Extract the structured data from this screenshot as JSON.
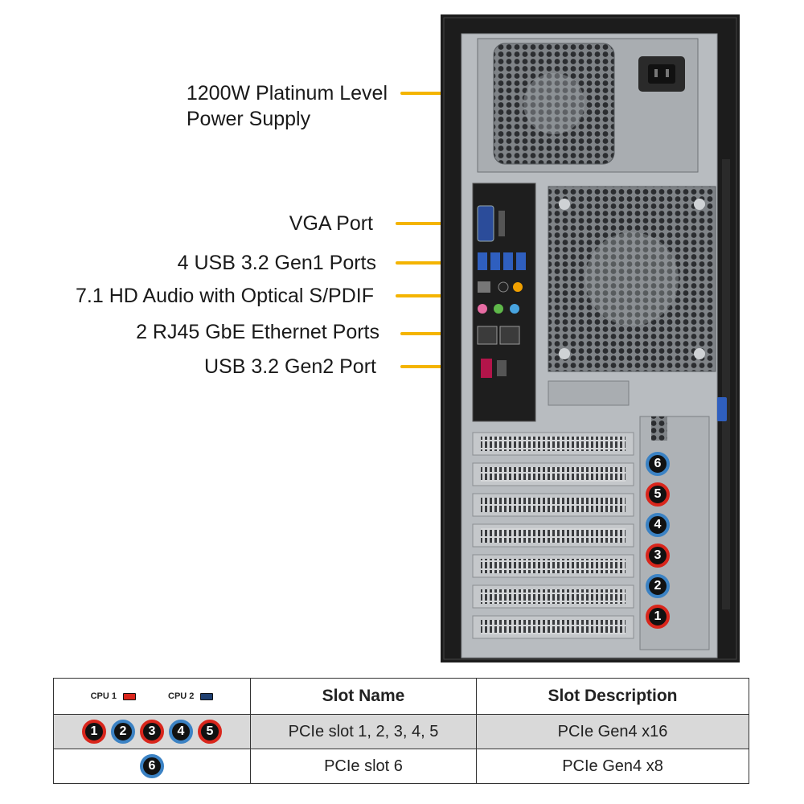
{
  "callouts": [
    {
      "lines": [
        "1200W Platinum Level",
        "Power Supply"
      ]
    },
    {
      "lines": [
        "VGA Port"
      ]
    },
    {
      "lines": [
        "4 USB 3.2 Gen1 Ports"
      ]
    },
    {
      "lines": [
        "7.1 HD Audio with Optical S/PDIF"
      ]
    },
    {
      "lines": [
        "2 RJ45 GbE Ethernet Ports"
      ]
    },
    {
      "lines": [
        "USB 3.2 Gen2 Port"
      ]
    }
  ],
  "slot_badges": [
    {
      "number": "6",
      "cpu": "CPU 2"
    },
    {
      "number": "5",
      "cpu": "CPU 1"
    },
    {
      "number": "4",
      "cpu": "CPU 2"
    },
    {
      "number": "3",
      "cpu": "CPU 1"
    },
    {
      "number": "2",
      "cpu": "CPU 2"
    },
    {
      "number": "1",
      "cpu": "CPU 1"
    }
  ],
  "colors": {
    "cpu1": "#d9261c",
    "cpu2": "#3b82c4",
    "leader": "#f4b400",
    "chassis": "#b8bcc0",
    "frame": "#1c1c1c"
  },
  "table": {
    "cpu1_label": "CPU 1",
    "cpu2_label": "CPU 2",
    "header_name": "Slot Name",
    "header_desc": "Slot Description",
    "rows": [
      {
        "badges": [
          "1",
          "2",
          "3",
          "4",
          "5"
        ],
        "name": "PCIe slot 1, 2, 3, 4, 5",
        "desc": "PCIe Gen4 x16"
      },
      {
        "badges": [
          "6"
        ],
        "name": "PCIe slot 6",
        "desc": "PCIe Gen4 x8"
      }
    ]
  }
}
